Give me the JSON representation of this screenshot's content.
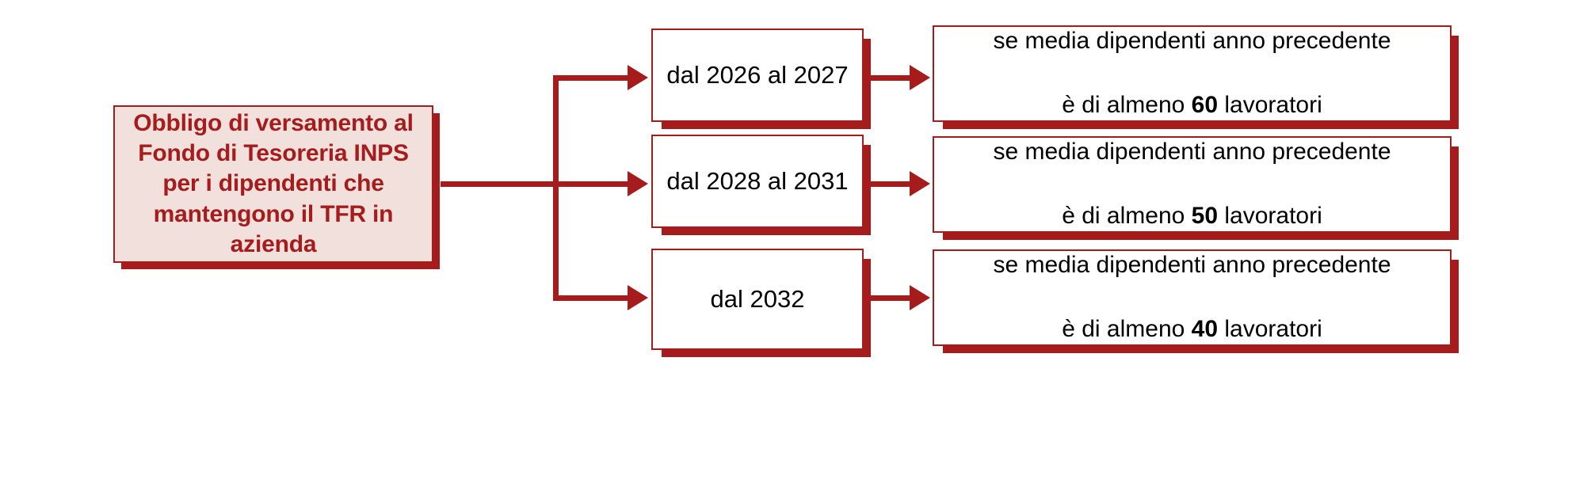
{
  "diagram": {
    "title_box": {
      "text": "Obbligo di versamento al\nFondo di Tesoreria INPS\nper i dipendenti che\nmantengono il TFR in azienda",
      "fill": "#f2e0dc",
      "text_color": "#a61c1c",
      "border_color": "#a61c1c"
    },
    "accent_color": "#a61c1c",
    "branches": [
      {
        "period": "dal 2026 al 2027",
        "condition_line1": "se media dipendenti anno precedente",
        "condition_prefix": "è di almeno ",
        "condition_threshold": "60",
        "condition_suffix": " lavoratori"
      },
      {
        "period": "dal 2028 al 2031",
        "condition_line1": "se media dipendenti anno precedente",
        "condition_prefix": "è di almeno ",
        "condition_threshold": "50",
        "condition_suffix": " lavoratori"
      },
      {
        "period": "dal 2032",
        "condition_line1": "se media dipendenti anno precedente",
        "condition_prefix": "è di almeno ",
        "condition_threshold": "40",
        "condition_suffix": " lavoratori"
      }
    ]
  }
}
